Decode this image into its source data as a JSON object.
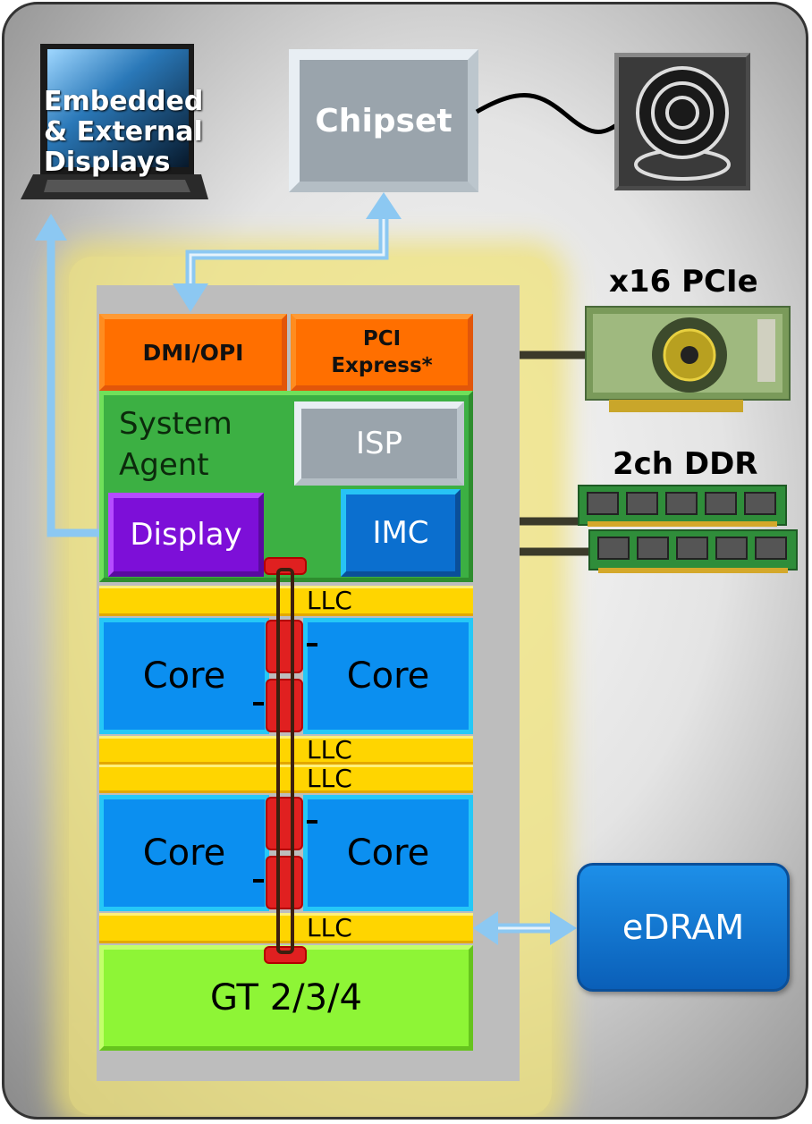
{
  "title": "",
  "colors": {
    "arrow": "#8cc8f2",
    "orange": "#ff6f00",
    "system_agent": "#3cb043",
    "display": "#7d0fd8",
    "imc": "#0b6fcf",
    "llc": "#ffd500",
    "core": "#0b8ff0",
    "gt": "#8ef536",
    "edram": "#0a6fd0",
    "ring_node": "#e02020"
  },
  "external": {
    "displays_label": "Embedded & External Displays",
    "displays_lines": [
      "Embedded",
      "& External",
      "Displays"
    ],
    "chipset_label": "Chipset",
    "camera_icon": "webcam-icon",
    "pcie_label": "x16 PCIe",
    "pcie_icon": "graphics-card-icon",
    "ddr_label": "2ch DDR",
    "ddr_icon": "memory-module-icon",
    "laptop_icon": "laptop-icon",
    "edram_label": "eDRAM"
  },
  "die": {
    "dmi_label": "DMI/OPI",
    "pcie_block_lines": [
      "PCI",
      "Express*"
    ],
    "system_agent_lines": [
      "System",
      "Agent"
    ],
    "isp_label": "ISP",
    "display_label": "Display",
    "imc_label": "IMC",
    "llc_label": "LLC",
    "core_label": "Core",
    "gt_label": "GT 2/3/4"
  }
}
